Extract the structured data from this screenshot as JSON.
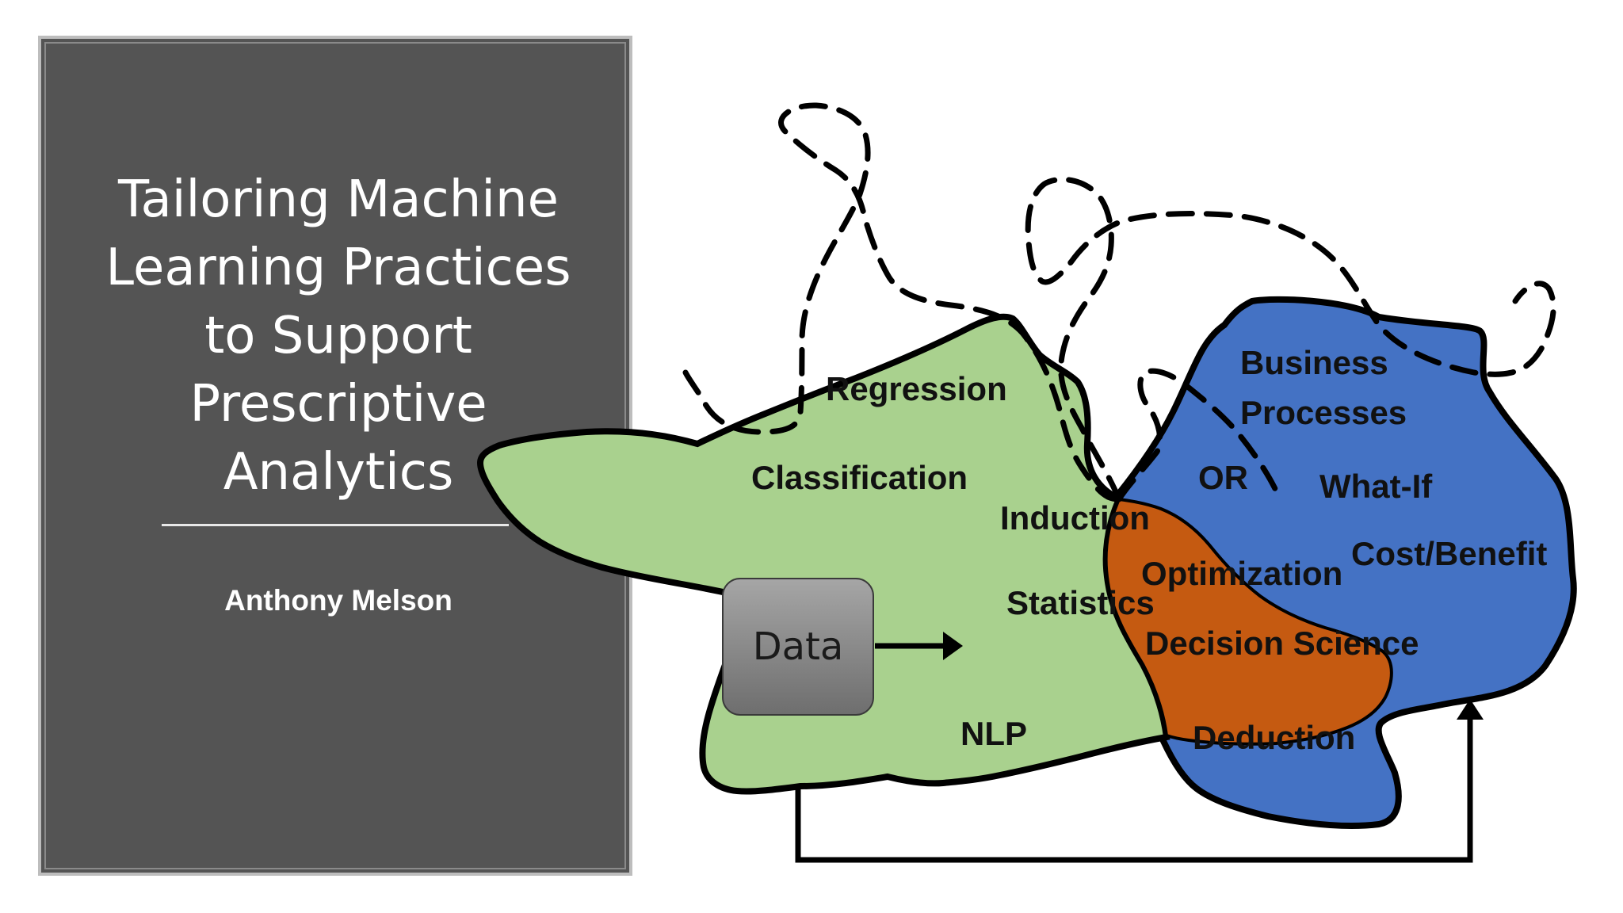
{
  "slide": {
    "title": "Tailoring Machine\nLearning Practices\nto Support\nPrescriptive\nAnalytics",
    "author": "Anthony Melson"
  },
  "diagram": {
    "data_box": "Data",
    "labels": {
      "regression": "Regression",
      "classification": "Classification",
      "induction": "Induction",
      "statistics": "Statistics",
      "nlp": "NLP",
      "business_processes_line1": "Business",
      "business_processes_line2": "Processes",
      "or": "OR",
      "what_if": "What-If",
      "cost_benefit": "Cost/Benefit",
      "optimization": "Optimization",
      "decision_science": "Decision Science",
      "deduction": "Deduction"
    },
    "colors": {
      "green_region": "#a9d18e",
      "blue_region": "#4472c4",
      "orange_region": "#c55a11",
      "data_box_fill": "#8c8c8c",
      "outline": "#000000"
    }
  }
}
